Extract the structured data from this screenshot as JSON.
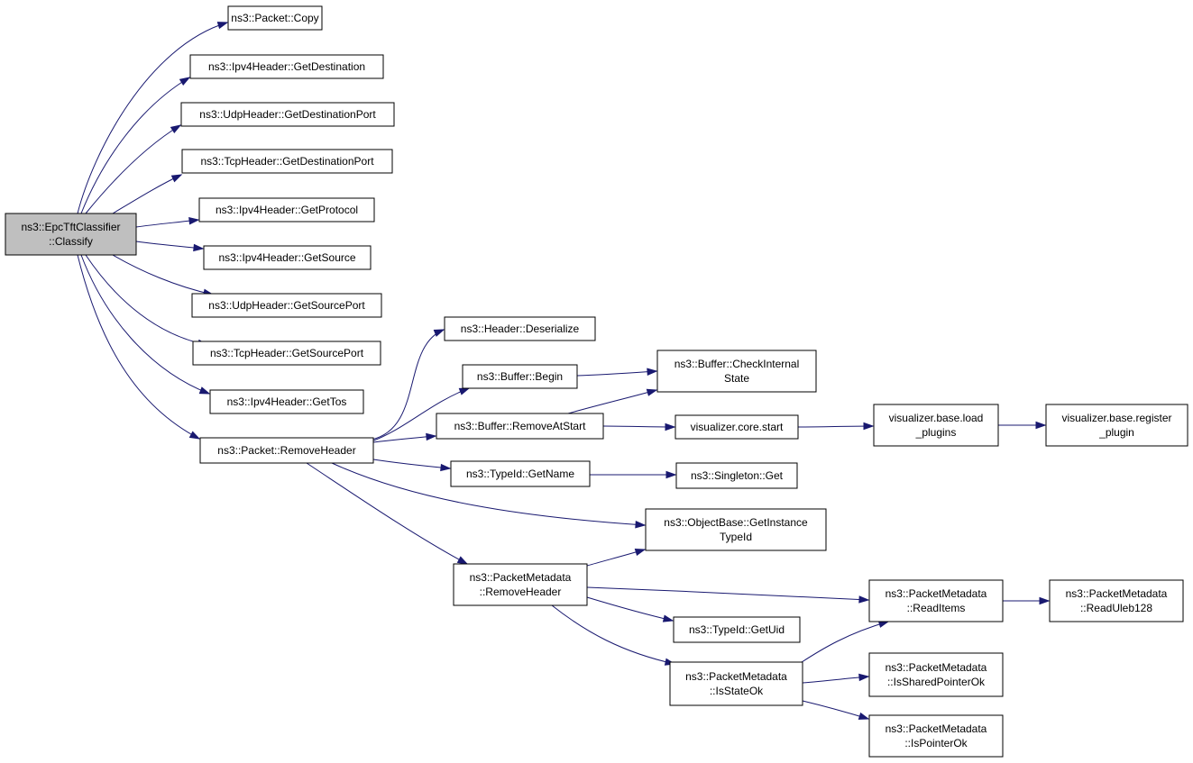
{
  "diagram": {
    "type": "call-graph",
    "colors": {
      "edge": "#191970",
      "root_fill": "#bfbfbf",
      "node_fill": "#ffffff",
      "border": "#000000"
    },
    "nodes": [
      {
        "id": "classify",
        "lines": [
          "ns3::EpcTftClassifier",
          "::Classify"
        ],
        "root": true
      },
      {
        "id": "copy",
        "lines": [
          "ns3::Packet::Copy"
        ]
      },
      {
        "id": "ipv4_getdest",
        "lines": [
          "ns3::Ipv4Header::GetDestination"
        ]
      },
      {
        "id": "udp_getdestport",
        "lines": [
          "ns3::UdpHeader::GetDestinationPort"
        ]
      },
      {
        "id": "tcp_getdestport",
        "lines": [
          "ns3::TcpHeader::GetDestinationPort"
        ]
      },
      {
        "id": "ipv4_getproto",
        "lines": [
          "ns3::Ipv4Header::GetProtocol"
        ]
      },
      {
        "id": "ipv4_getsource",
        "lines": [
          "ns3::Ipv4Header::GetSource"
        ]
      },
      {
        "id": "udp_getsrcport",
        "lines": [
          "ns3::UdpHeader::GetSourcePort"
        ]
      },
      {
        "id": "tcp_getsrcport",
        "lines": [
          "ns3::TcpHeader::GetSourcePort"
        ]
      },
      {
        "id": "ipv4_gettos",
        "lines": [
          "ns3::Ipv4Header::GetTos"
        ]
      },
      {
        "id": "pkt_removeheader",
        "lines": [
          "ns3::Packet::RemoveHeader"
        ]
      },
      {
        "id": "hdr_deserialize",
        "lines": [
          "ns3::Header::Deserialize"
        ]
      },
      {
        "id": "buf_begin",
        "lines": [
          "ns3::Buffer::Begin"
        ]
      },
      {
        "id": "buf_removeatstart",
        "lines": [
          "ns3::Buffer::RemoveAtStart"
        ]
      },
      {
        "id": "typeid_getname",
        "lines": [
          "ns3::TypeId::GetName"
        ]
      },
      {
        "id": "pm_removeheader",
        "lines": [
          "ns3::PacketMetadata",
          "::RemoveHeader"
        ]
      },
      {
        "id": "buf_checkinternal",
        "lines": [
          "ns3::Buffer::CheckInternal",
          "State"
        ]
      },
      {
        "id": "vis_core_start",
        "lines": [
          "visualizer.core.start"
        ]
      },
      {
        "id": "singleton_get",
        "lines": [
          "ns3::Singleton::Get"
        ]
      },
      {
        "id": "objbase_getinstancetypeid",
        "lines": [
          "ns3::ObjectBase::GetInstance",
          "TypeId"
        ]
      },
      {
        "id": "typeid_getuid",
        "lines": [
          "ns3::TypeId::GetUid"
        ]
      },
      {
        "id": "pm_isstateok",
        "lines": [
          "ns3::PacketMetadata",
          "::IsStateOk"
        ]
      },
      {
        "id": "vis_base_loadplugins",
        "lines": [
          "visualizer.base.load",
          "_plugins"
        ]
      },
      {
        "id": "pm_readitems",
        "lines": [
          "ns3::PacketMetadata",
          "::ReadItems"
        ]
      },
      {
        "id": "pm_issharedpointerok",
        "lines": [
          "ns3::PacketMetadata",
          "::IsSharedPointerOk"
        ]
      },
      {
        "id": "pm_ispointerok",
        "lines": [
          "ns3::PacketMetadata",
          "::IsPointerOk"
        ]
      },
      {
        "id": "vis_base_registerplugin",
        "lines": [
          "visualizer.base.register",
          "_plugin"
        ]
      },
      {
        "id": "pm_readuleb128",
        "lines": [
          "ns3::PacketMetadata",
          "::ReadUleb128"
        ]
      }
    ],
    "edges": [
      {
        "from": "classify",
        "to": "copy"
      },
      {
        "from": "classify",
        "to": "ipv4_getdest"
      },
      {
        "from": "classify",
        "to": "udp_getdestport"
      },
      {
        "from": "classify",
        "to": "tcp_getdestport"
      },
      {
        "from": "classify",
        "to": "ipv4_getproto"
      },
      {
        "from": "classify",
        "to": "ipv4_getsource"
      },
      {
        "from": "classify",
        "to": "udp_getsrcport"
      },
      {
        "from": "classify",
        "to": "tcp_getsrcport"
      },
      {
        "from": "classify",
        "to": "ipv4_gettos"
      },
      {
        "from": "classify",
        "to": "pkt_removeheader"
      },
      {
        "from": "pkt_removeheader",
        "to": "hdr_deserialize"
      },
      {
        "from": "pkt_removeheader",
        "to": "buf_begin"
      },
      {
        "from": "pkt_removeheader",
        "to": "buf_removeatstart"
      },
      {
        "from": "pkt_removeheader",
        "to": "typeid_getname"
      },
      {
        "from": "pkt_removeheader",
        "to": "objbase_getinstancetypeid"
      },
      {
        "from": "pkt_removeheader",
        "to": "pm_removeheader"
      },
      {
        "from": "buf_begin",
        "to": "buf_checkinternal"
      },
      {
        "from": "buf_removeatstart",
        "to": "buf_checkinternal"
      },
      {
        "from": "buf_removeatstart",
        "to": "vis_core_start"
      },
      {
        "from": "vis_core_start",
        "to": "vis_base_loadplugins"
      },
      {
        "from": "vis_base_loadplugins",
        "to": "vis_base_registerplugin"
      },
      {
        "from": "typeid_getname",
        "to": "singleton_get"
      },
      {
        "from": "pm_removeheader",
        "to": "objbase_getinstancetypeid"
      },
      {
        "from": "pm_removeheader",
        "to": "pm_readitems"
      },
      {
        "from": "pm_removeheader",
        "to": "typeid_getuid"
      },
      {
        "from": "pm_removeheader",
        "to": "pm_isstateok"
      },
      {
        "from": "pm_isstateok",
        "to": "pm_readitems"
      },
      {
        "from": "pm_isstateok",
        "to": "pm_issharedpointerok"
      },
      {
        "from": "pm_isstateok",
        "to": "pm_ispointerok"
      },
      {
        "from": "pm_readitems",
        "to": "pm_readuleb128"
      }
    ]
  }
}
